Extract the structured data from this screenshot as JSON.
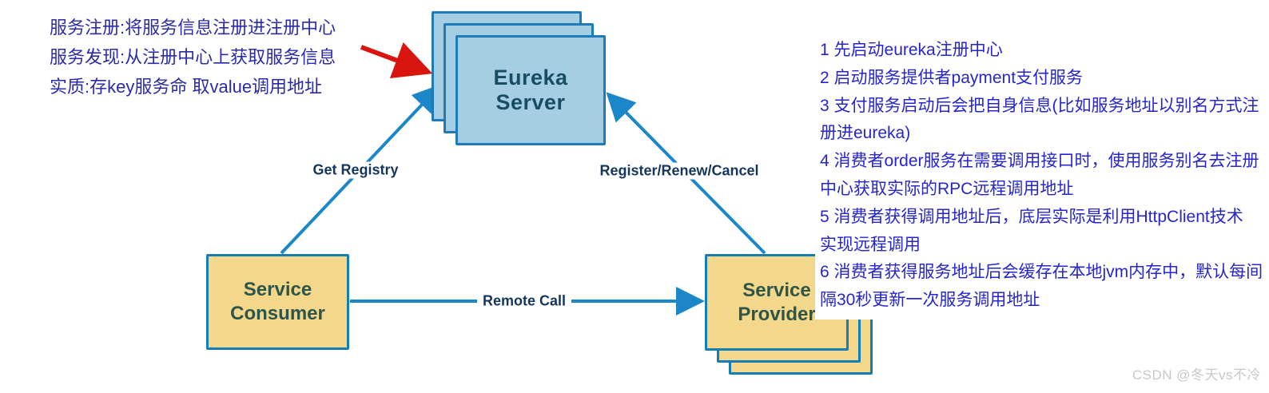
{
  "colors": {
    "node_blue_fill": "#a6cee3",
    "node_blue_border": "#1e7bb8",
    "node_yellow_fill": "#f3d78a",
    "node_yellow_border": "#147eb4",
    "arrow_blue": "#1b87c9",
    "arrow_red": "#d9150f",
    "node_title_blue": "#174e63",
    "node_title_green": "#2e5549",
    "edge_label_text": "#14365c",
    "left_note_text": "#2b2baa",
    "right_note_text": "#2626cc",
    "watermark_text": "#c8c8c8"
  },
  "nodes": {
    "eureka_server": {
      "label": "Eureka Server"
    },
    "service_consumer": {
      "label": "Service Consumer"
    },
    "service_provider": {
      "label": "Service Provider"
    }
  },
  "edges": {
    "get_registry": {
      "label": "Get Registry",
      "from": "service_consumer",
      "to": "eureka_server"
    },
    "register_renew_cancel": {
      "label": "Register/Renew/Cancel",
      "from": "service_provider",
      "to": "eureka_server"
    },
    "remote_call": {
      "label": "Remote Call",
      "from": "service_consumer",
      "to": "service_provider"
    }
  },
  "left_note": {
    "lines": [
      "服务注册:将服务信息注册进注册中心",
      "服务发现:从注册中心上获取服务信息",
      "实质:存key服务命 取value调用地址"
    ]
  },
  "right_note": {
    "lines": [
      "1 先启动eureka注册中心",
      "2 启动服务提供者payment支付服务",
      "3 支付服务启动后会把自身信息(比如服务地址以别名方式注",
      "册进eureka)",
      "4 消费者order服务在需要调用接口时，使用服务别名去注册",
      "中心获取实际的RPC远程调用地址",
      "5 消费者获得调用地址后，底层实际是利用HttpClient技术",
      "实现远程调用",
      "6 消费者获得服务地址后会缓存在本地jvm内存中，默认每间",
      "隔30秒更新一次服务调用地址"
    ]
  },
  "watermark": "CSDN @冬天vs不冷"
}
